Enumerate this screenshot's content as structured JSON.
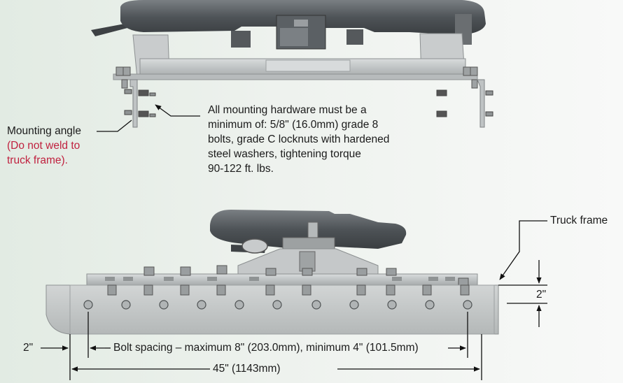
{
  "callouts": {
    "mounting_angle": "Mounting angle",
    "caution_lines": [
      "(Do not weld to",
      "truck frame)."
    ],
    "hardware_lines": [
      "All mounting hardware must be a",
      "minimum of: 5/8\" (16.0mm) grade 8",
      "bolts, grade C locknuts with hardened",
      "steel washers, tightening torque",
      "90-122 ft. lbs."
    ],
    "truck_frame": "Truck frame"
  },
  "dimensions": {
    "frame_height": "2\"",
    "end_offset": "2\"",
    "bolt_spacing": "Bolt spacing – maximum 8\" (203.0mm), minimum 4\" (101.5mm)",
    "overall_length": "45\" (1143mm)"
  },
  "colors": {
    "caution": "#c0213f",
    "hitch_dark": "#55595c",
    "metal": "#c4c8c9",
    "background": "#e9efe9"
  }
}
